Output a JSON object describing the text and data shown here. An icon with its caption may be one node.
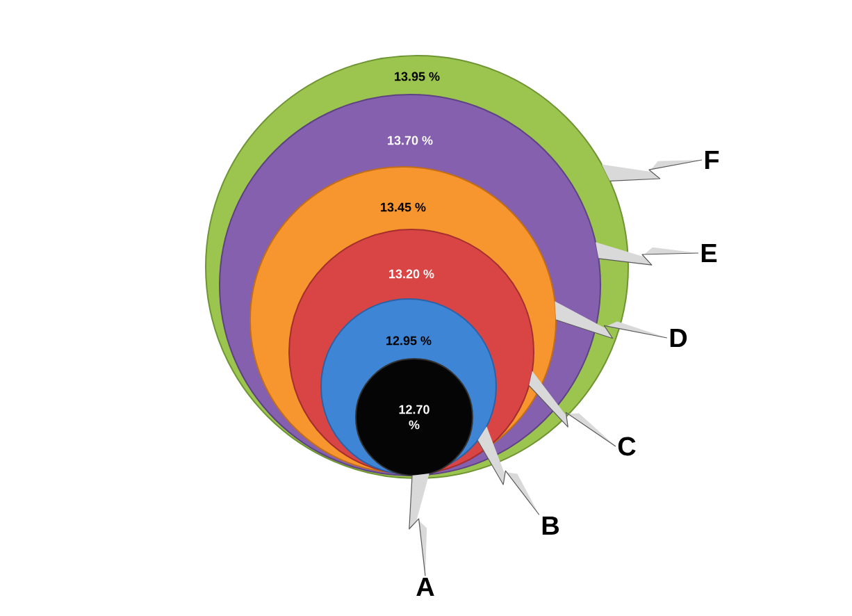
{
  "diagram": {
    "nodes": [
      {
        "text": [
          "13.95 %"
        ]
      },
      {
        "text": [
          "13.70 %"
        ],
        "in": 0
      },
      {
        "text": [
          "13.45 %"
        ],
        "in": 1
      },
      {
        "text": [
          "13.20 %"
        ],
        "in": 2
      },
      {
        "text": [
          "12.95 %"
        ],
        "in": 3
      },
      {
        "text": [
          "12.70 %"
        ],
        "in": 4
      },
      {
        "text": [
          "A"
        ]
      },
      {
        "text": [
          "B"
        ]
      },
      {
        "text": [
          "C"
        ]
      },
      {
        "text": [
          "D"
        ]
      },
      {
        "text": [
          "E"
        ]
      },
      {
        "text": [
          "F"
        ]
      }
    ],
    "edges": [
      {
        "from": 6,
        "to": 5,
        "arrow": "none"
      },
      {
        "from": 7,
        "to": 4,
        "arrow": "none"
      },
      {
        "from": 8,
        "to": 3,
        "arrow": "none"
      },
      {
        "from": 9,
        "to": 2,
        "arrow": "none"
      },
      {
        "from": 10,
        "to": 1,
        "arrow": "none"
      },
      {
        "from": 11,
        "to": 0,
        "arrow": "none"
      }
    ]
  }
}
